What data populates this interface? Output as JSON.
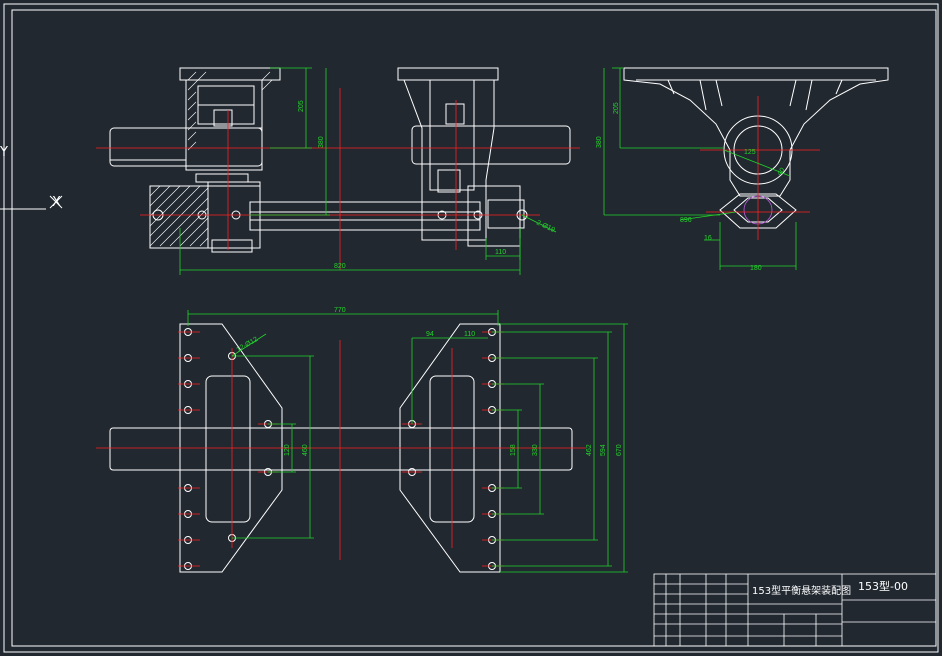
{
  "colors": {
    "background": "#212830",
    "outline": "#ffffff",
    "dimension": "#22d32a",
    "centerline": "#ff2020",
    "hidden": "#c060e0"
  },
  "axes": {
    "x_label": "X",
    "y_label": "Y"
  },
  "dimensions": {
    "side_h1": "205",
    "side_h2": "380",
    "overall_length": "820",
    "bracket_width": "110",
    "bolt_note": "2-Ø19",
    "end_h1": "205",
    "end_h2": "380",
    "end_radius": "125",
    "end_diag": "40",
    "end_b1": "896",
    "end_b2": "16",
    "end_b3": "180",
    "plan_length": "770",
    "plan_a": "94",
    "plan_b": "110",
    "plan_note": "12-Ø12",
    "plan_v1": "120",
    "plan_v2": "460",
    "plan_v3": "158",
    "plan_v4": "330",
    "plan_v5": "462",
    "plan_v6": "594",
    "plan_v7": "670"
  },
  "title_block": {
    "drawing_title": "153型平衡悬架装配图",
    "drawing_number": "153型-00"
  }
}
